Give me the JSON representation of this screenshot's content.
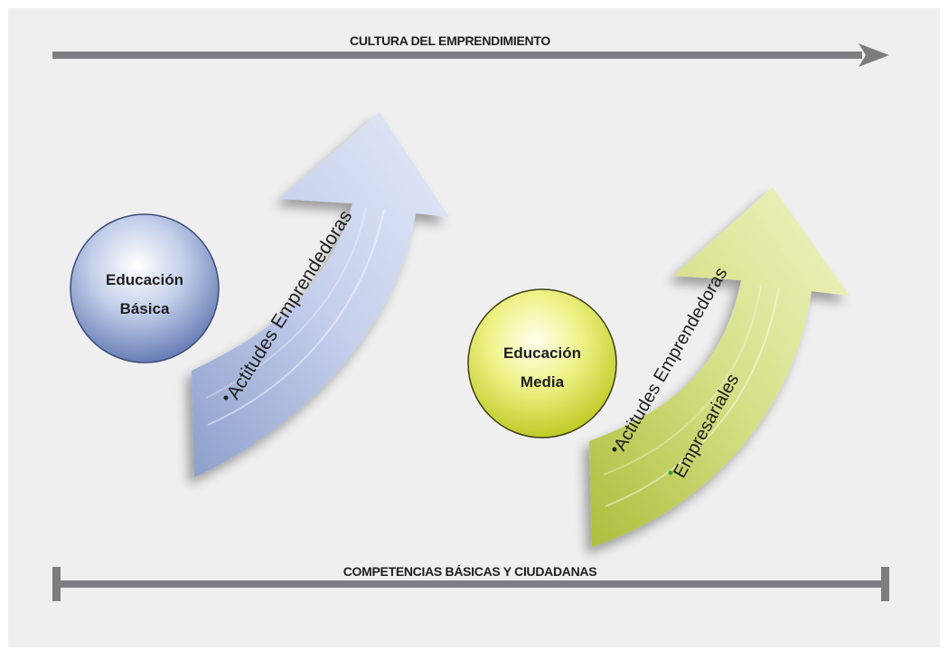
{
  "top_arrow": {
    "label": "CULTURA DEL EMPRENDIMIENTO"
  },
  "bottom_bar": {
    "label": "COMPETENCIAS BÁSICAS Y CIUDADANAS"
  },
  "stage_basic": {
    "circle_line1": "Educación",
    "circle_line2": "Básica",
    "arrow_items": [
      "Actitudes Emprendedoras"
    ]
  },
  "stage_media": {
    "circle_line1": "Educación",
    "circle_line2": "Media",
    "arrow_items": [
      "Actitudes Emprendedoras",
      "Empresariales"
    ]
  },
  "colors": {
    "panel": "#efeff0",
    "bar": "#7d7d7f",
    "blue_circle": "#6f86bd",
    "blue_arrow": "#b9c6e6",
    "green_circle": "#d6e23a",
    "green_arrow": "#d9e38a",
    "bullet_green": "#3aa43a",
    "text": "#1e1e1e"
  }
}
